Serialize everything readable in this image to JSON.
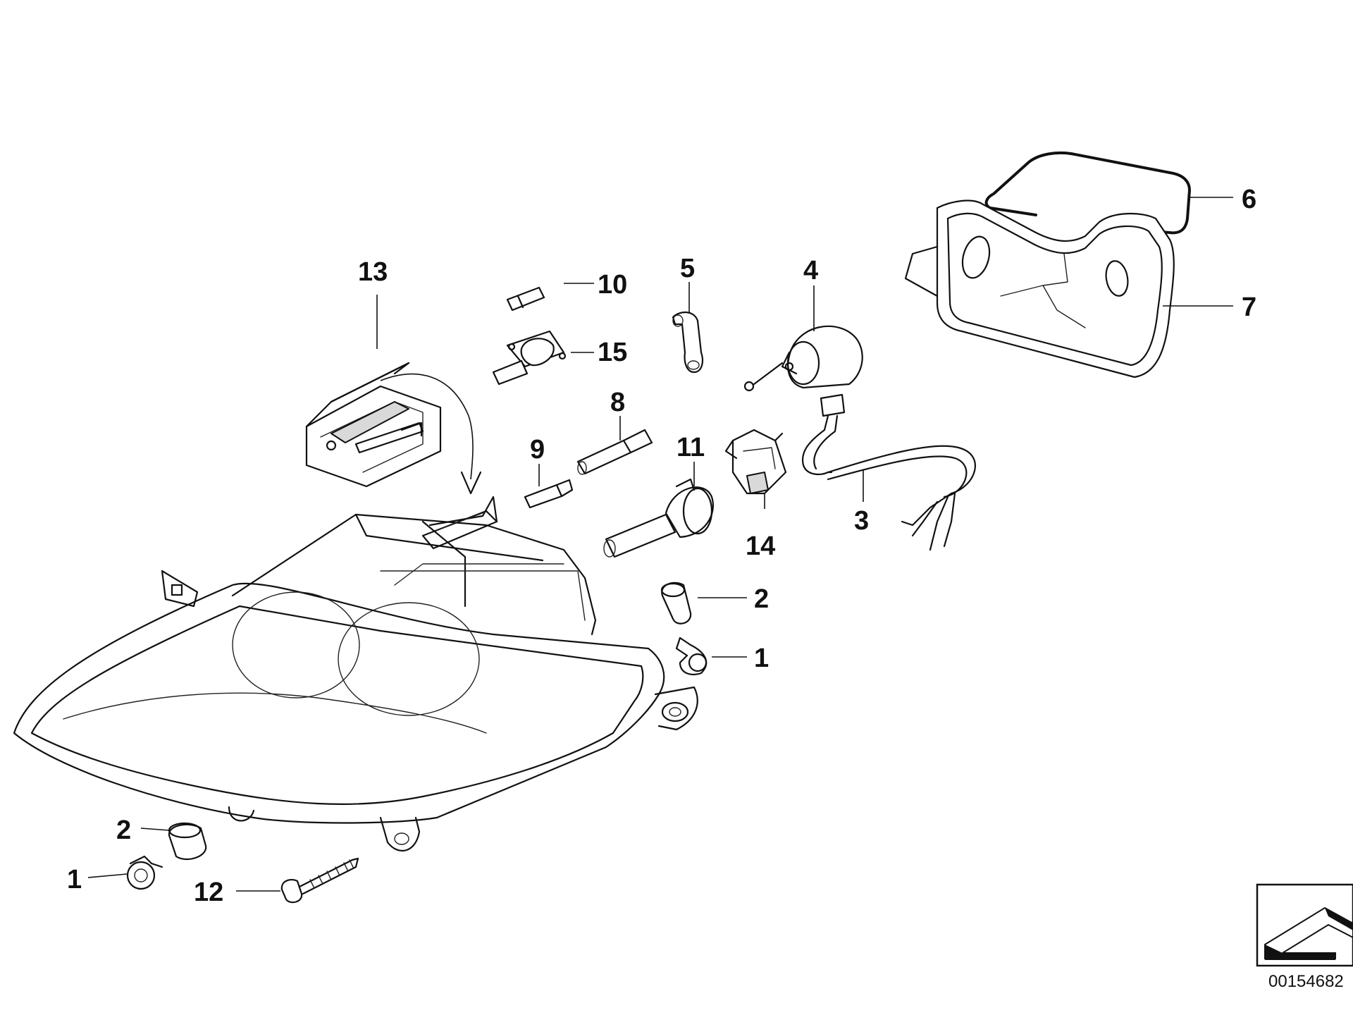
{
  "callouts": {
    "c1a": "1",
    "c1b": "1",
    "c2a": "2",
    "c2b": "2",
    "c3": "3",
    "c4": "4",
    "c5": "5",
    "c6": "6",
    "c7": "7",
    "c8": "8",
    "c9": "9",
    "c10": "10",
    "c11": "11",
    "c12": "12",
    "c13": "13",
    "c14": "14",
    "c15": "15"
  },
  "document_number": "00154682",
  "icons": {
    "corner_badge": "direction-arrow-icon"
  }
}
